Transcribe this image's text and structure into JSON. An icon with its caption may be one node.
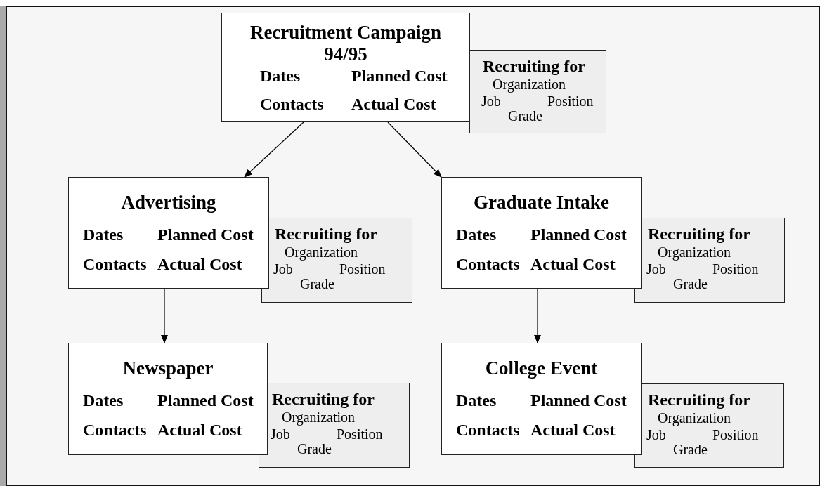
{
  "diagram": {
    "nodes": [
      {
        "text": [
          "Recruitment Campaign 94/95",
          "Dates",
          "Planned Cost",
          "Contacts",
          "Actual Cost"
        ]
      },
      {
        "text": [
          "Recruiting for",
          "Organization",
          "Job",
          "Position",
          "Grade"
        ]
      },
      {
        "text": [
          "Advertising",
          "Dates",
          "Planned Cost",
          "Contacts",
          "Actual Cost"
        ]
      },
      {
        "text": [
          "Recruiting for",
          "Organization",
          "Job",
          "Position",
          "Grade"
        ]
      },
      {
        "text": [
          "Graduate Intake",
          "Dates",
          "Planned Cost",
          "Contacts",
          "Actual Cost"
        ]
      },
      {
        "text": [
          "Recruiting for",
          "Organization",
          "Job",
          "Position",
          "Grade"
        ]
      },
      {
        "text": [
          "Newspaper",
          "Dates",
          "Planned Cost",
          "Contacts",
          "Actual Cost"
        ]
      },
      {
        "text": [
          "Recruiting for",
          "Organization",
          "Job",
          "Position",
          "Grade"
        ]
      },
      {
        "text": [
          "College Event",
          "Dates",
          "Planned Cost",
          "Contacts",
          "Actual Cost"
        ]
      },
      {
        "text": [
          "Recruiting for",
          "Organization",
          "Job",
          "Position",
          "Grade"
        ]
      }
    ],
    "edges": [
      {
        "from": 0,
        "to": 2,
        "arrow": "to"
      },
      {
        "from": 0,
        "to": 4,
        "arrow": "to"
      },
      {
        "from": 2,
        "to": 6,
        "arrow": "to"
      },
      {
        "from": 4,
        "to": 8,
        "arrow": "to"
      }
    ]
  }
}
